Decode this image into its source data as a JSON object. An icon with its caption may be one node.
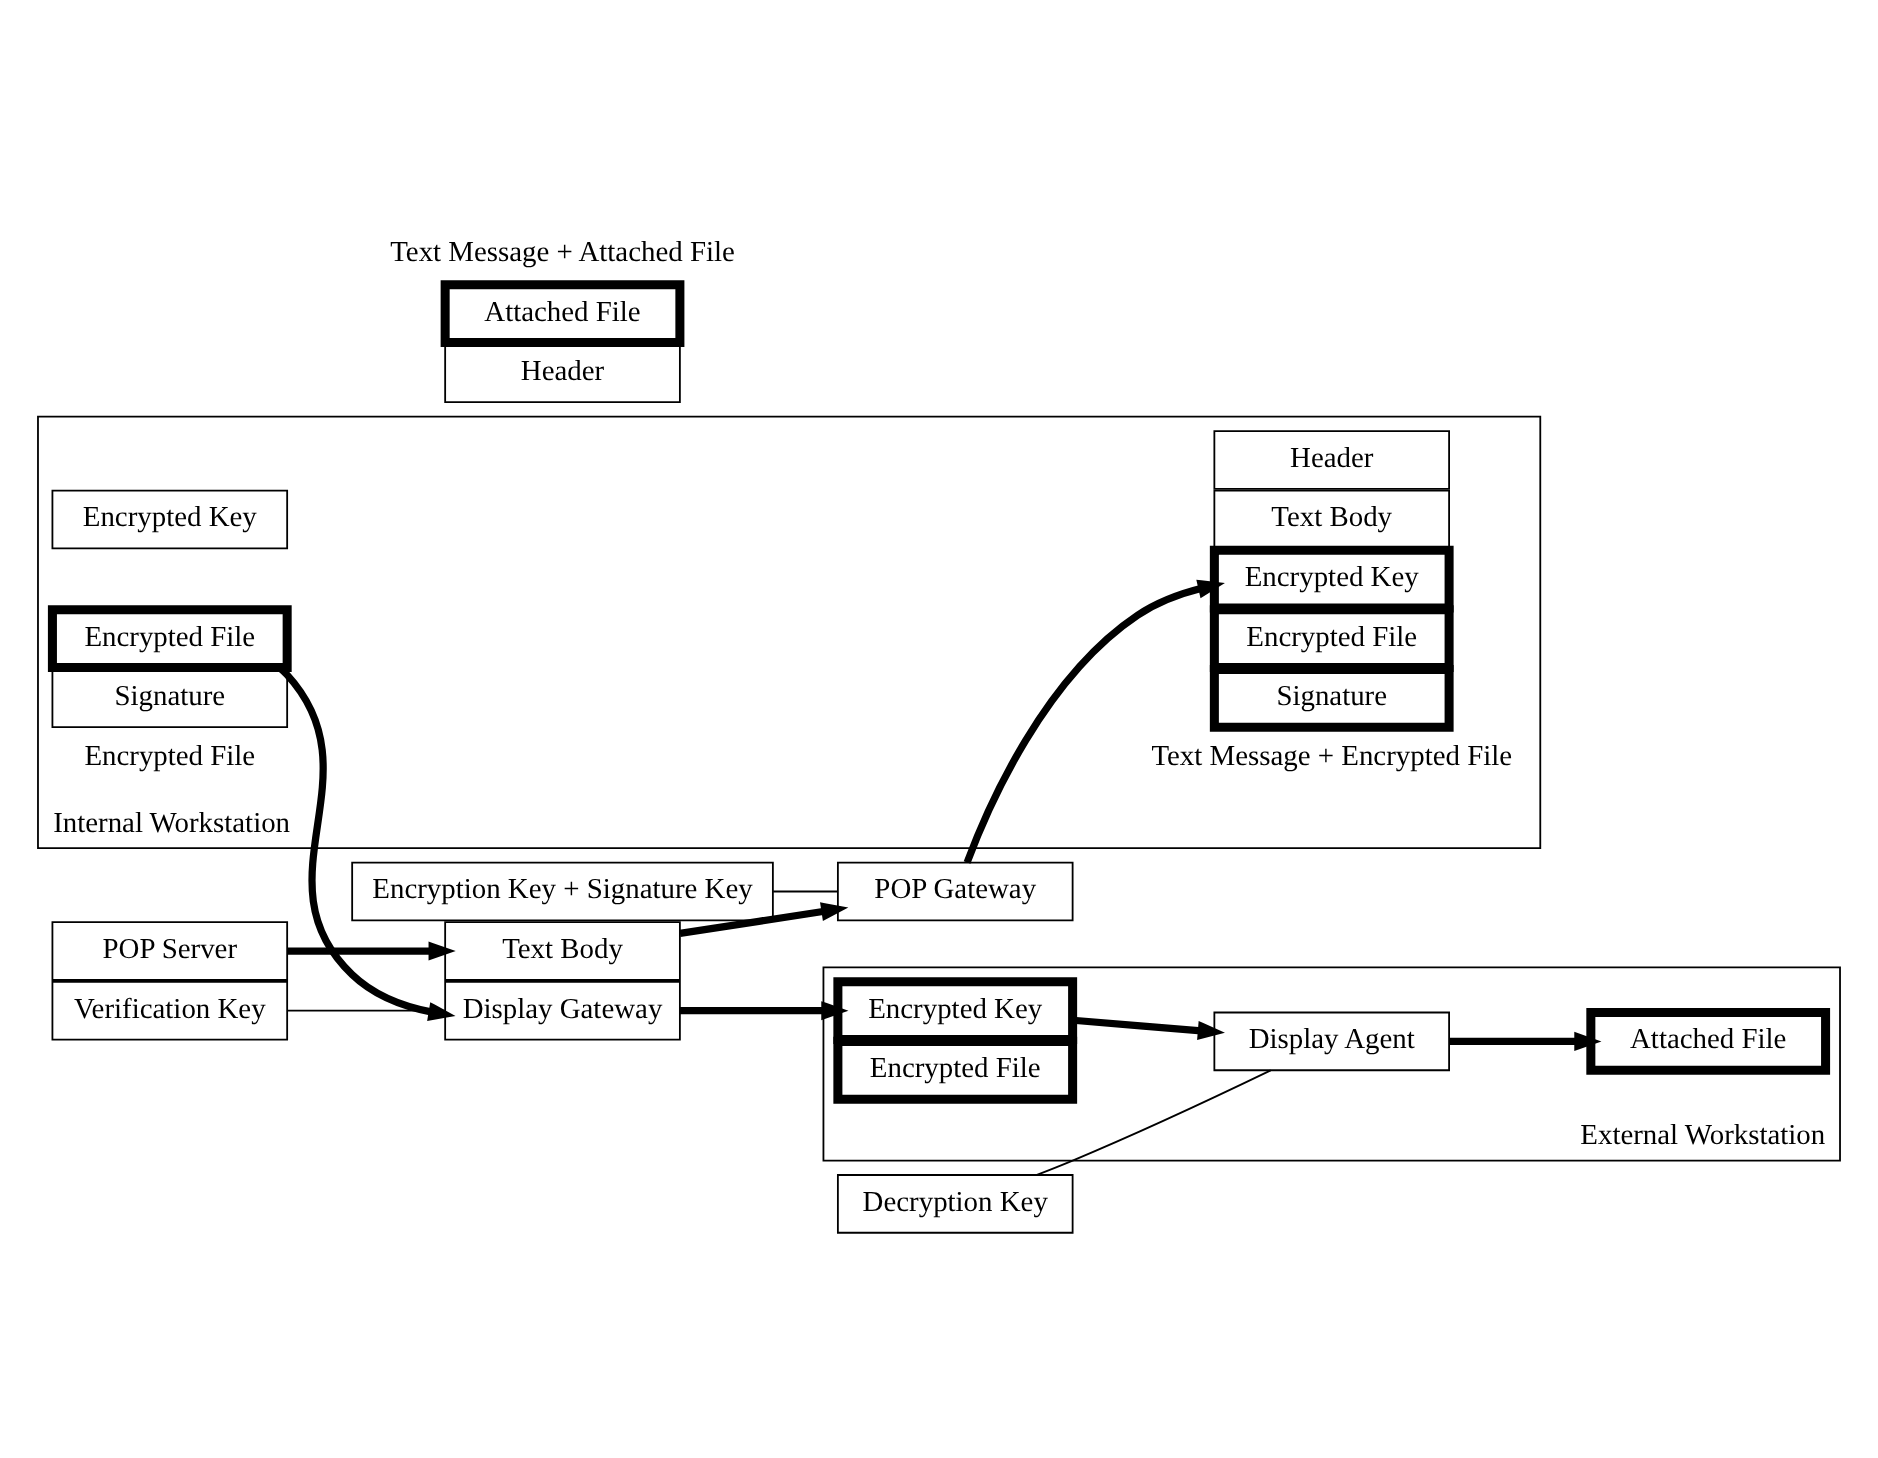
{
  "diagram": {
    "nodes": [
      {
        "text": [
          "Internal Workstation"
        ]
      },
      {
        "text": [
          "Header"
        ],
        "in": 0
      },
      {
        "text": [
          "Text Body"
        ],
        "in": 0
      },
      {
        "text": [
          "Encrypted Key"
        ],
        "in": 0
      },
      {
        "text": [
          "Encrypted File"
        ],
        "in": 0
      },
      {
        "text": [
          "Signature"
        ],
        "in": 0
      },
      {
        "text": [
          "Encrypted Key"
        ],
        "in": 0
      },
      {
        "text": [
          "Encrypted File"
        ],
        "in": 0
      },
      {
        "text": [
          "Signature"
        ],
        "in": 0
      },
      {
        "text": [
          "POP Gateway"
        ]
      },
      {
        "text": [
          "Encryption Key + Signature Key"
        ]
      },
      {
        "text": [
          "Header"
        ]
      },
      {
        "text": [
          "Text Body"
        ]
      },
      {
        "text": [
          "Attached File"
        ]
      },
      {
        "text": [
          "POP Server"
        ]
      },
      {
        "text": [
          "Display Gateway"
        ]
      },
      {
        "text": [
          "Verification Key"
        ]
      },
      {
        "text": [
          "External Workstation"
        ]
      },
      {
        "text": [
          "Encrypted Key"
        ],
        "in": 17
      },
      {
        "text": [
          "Encrypted File"
        ],
        "in": 17
      },
      {
        "text": [
          "Display Agent"
        ],
        "in": 17
      },
      {
        "text": [
          "Decryption Key"
        ]
      },
      {
        "text": [
          "Attached File"
        ],
        "in": 17
      }
    ],
    "edges": [
      {
        "from": 14,
        "to": 12,
        "arrow": "to"
      },
      {
        "from": 12,
        "to": 9,
        "arrow": "to"
      },
      {
        "from": 9,
        "to": 3,
        "arrow": "to"
      },
      {
        "from": 7,
        "to": 15,
        "arrow": "to"
      },
      {
        "from": 15,
        "to": 18,
        "arrow": "to"
      },
      {
        "from": 18,
        "to": 20,
        "arrow": "to"
      },
      {
        "from": 20,
        "to": 22,
        "arrow": "to"
      },
      {
        "from": 10,
        "to": 9,
        "arrow": "none"
      },
      {
        "from": 16,
        "to": 15,
        "arrow": "none"
      },
      {
        "from": 21,
        "to": 20,
        "arrow": "none"
      }
    ],
    "labels": [
      "Text Message + Encrypted File",
      "Text Message + Attached File",
      "Encrypted File"
    ]
  }
}
